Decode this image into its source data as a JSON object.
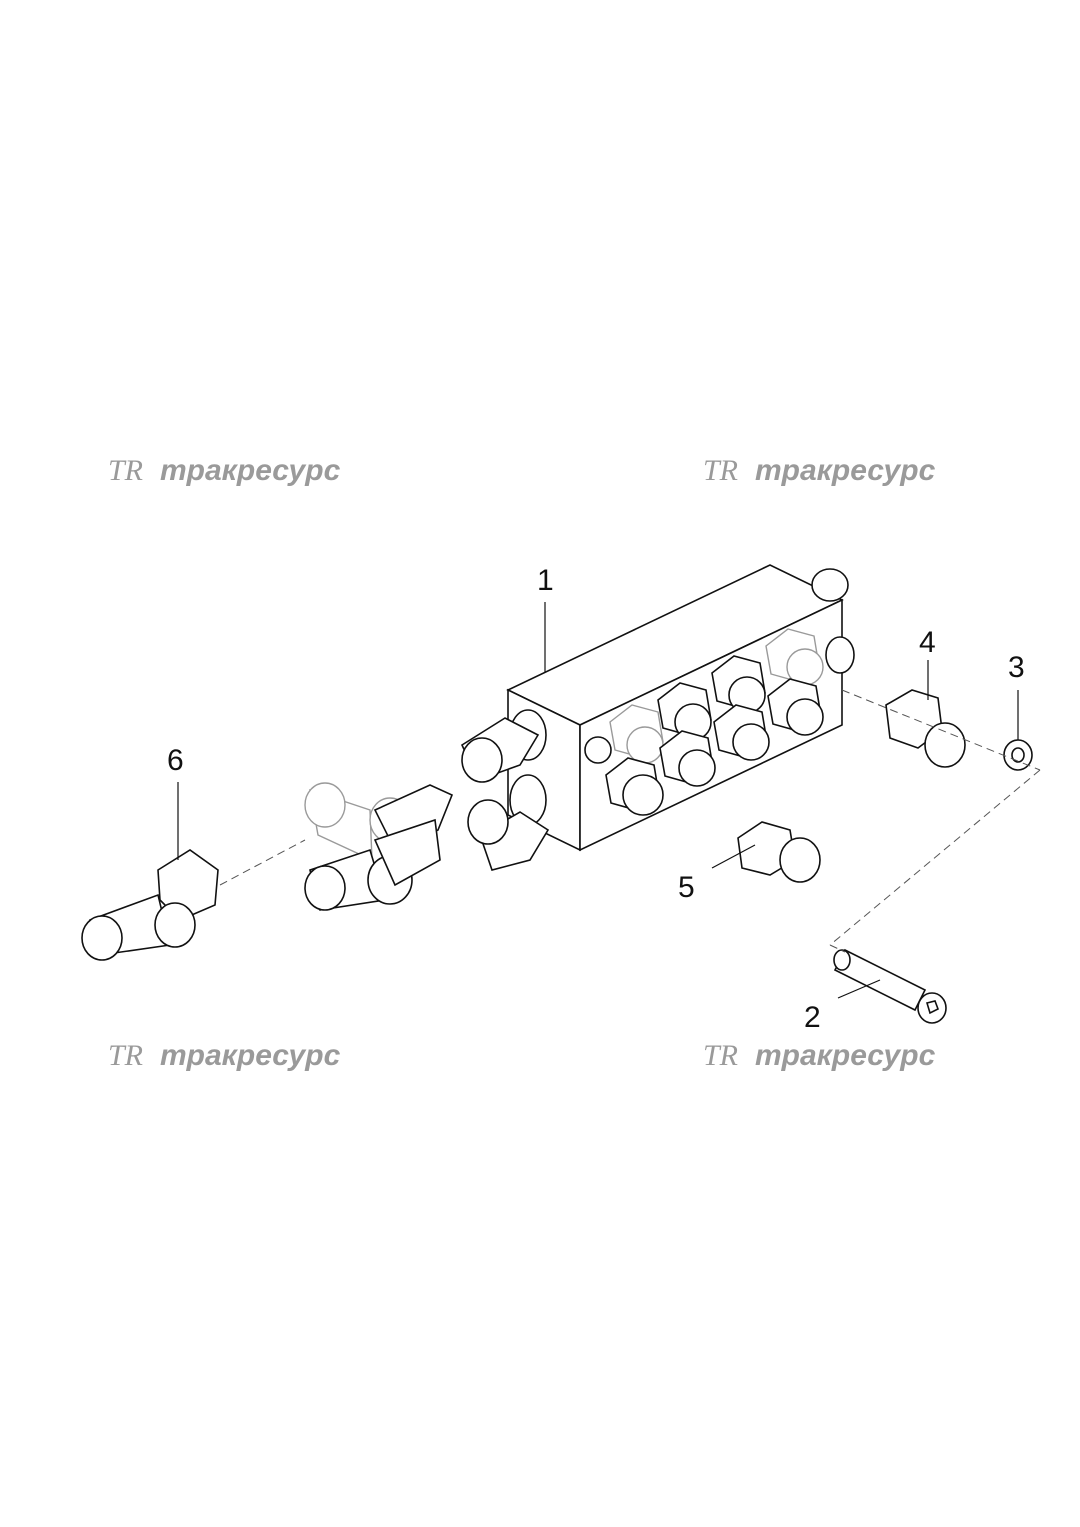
{
  "watermark": {
    "logo": "TR",
    "text": "тракресурс",
    "color": "#9a9a9a"
  },
  "callouts": [
    "1",
    "2",
    "3",
    "4",
    "5",
    "6"
  ],
  "colors": {
    "ink": "#111111",
    "background": "#ffffff"
  }
}
